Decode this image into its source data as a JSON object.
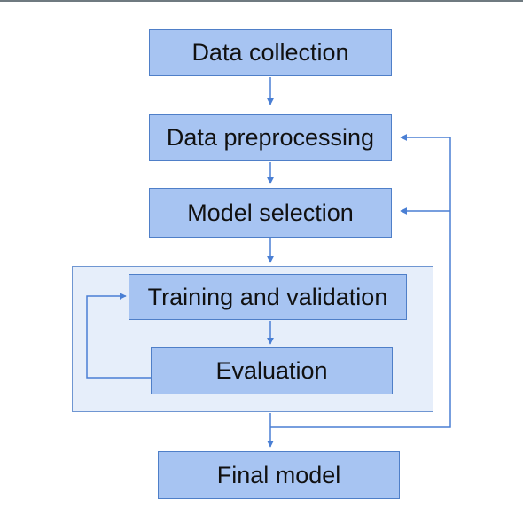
{
  "diagram": {
    "nodes": {
      "data_collection": "Data collection",
      "data_preprocessing": "Data preprocessing",
      "model_selection": "Model selection",
      "training_validation": "Training and validation",
      "evaluation": "Evaluation",
      "final_model": "Final model"
    },
    "colors": {
      "node_fill": "#a7c4f2",
      "node_border": "#4f7fc8",
      "group_fill": "#e6eefa",
      "group_border": "#6f96d2",
      "arrow": "#4a7fd4",
      "text": "#111111"
    },
    "edges": [
      {
        "from": "data_collection",
        "to": "data_preprocessing"
      },
      {
        "from": "data_preprocessing",
        "to": "model_selection"
      },
      {
        "from": "model_selection",
        "to": "training_validation"
      },
      {
        "from": "training_validation",
        "to": "evaluation"
      },
      {
        "from": "evaluation",
        "to": "training_validation",
        "type": "feedback-loop"
      },
      {
        "from": "group",
        "to": "final_model"
      },
      {
        "from": "group",
        "to": "data_preprocessing",
        "type": "feedback-loop"
      },
      {
        "from": "group",
        "to": "model_selection",
        "type": "feedback-loop"
      }
    ]
  }
}
